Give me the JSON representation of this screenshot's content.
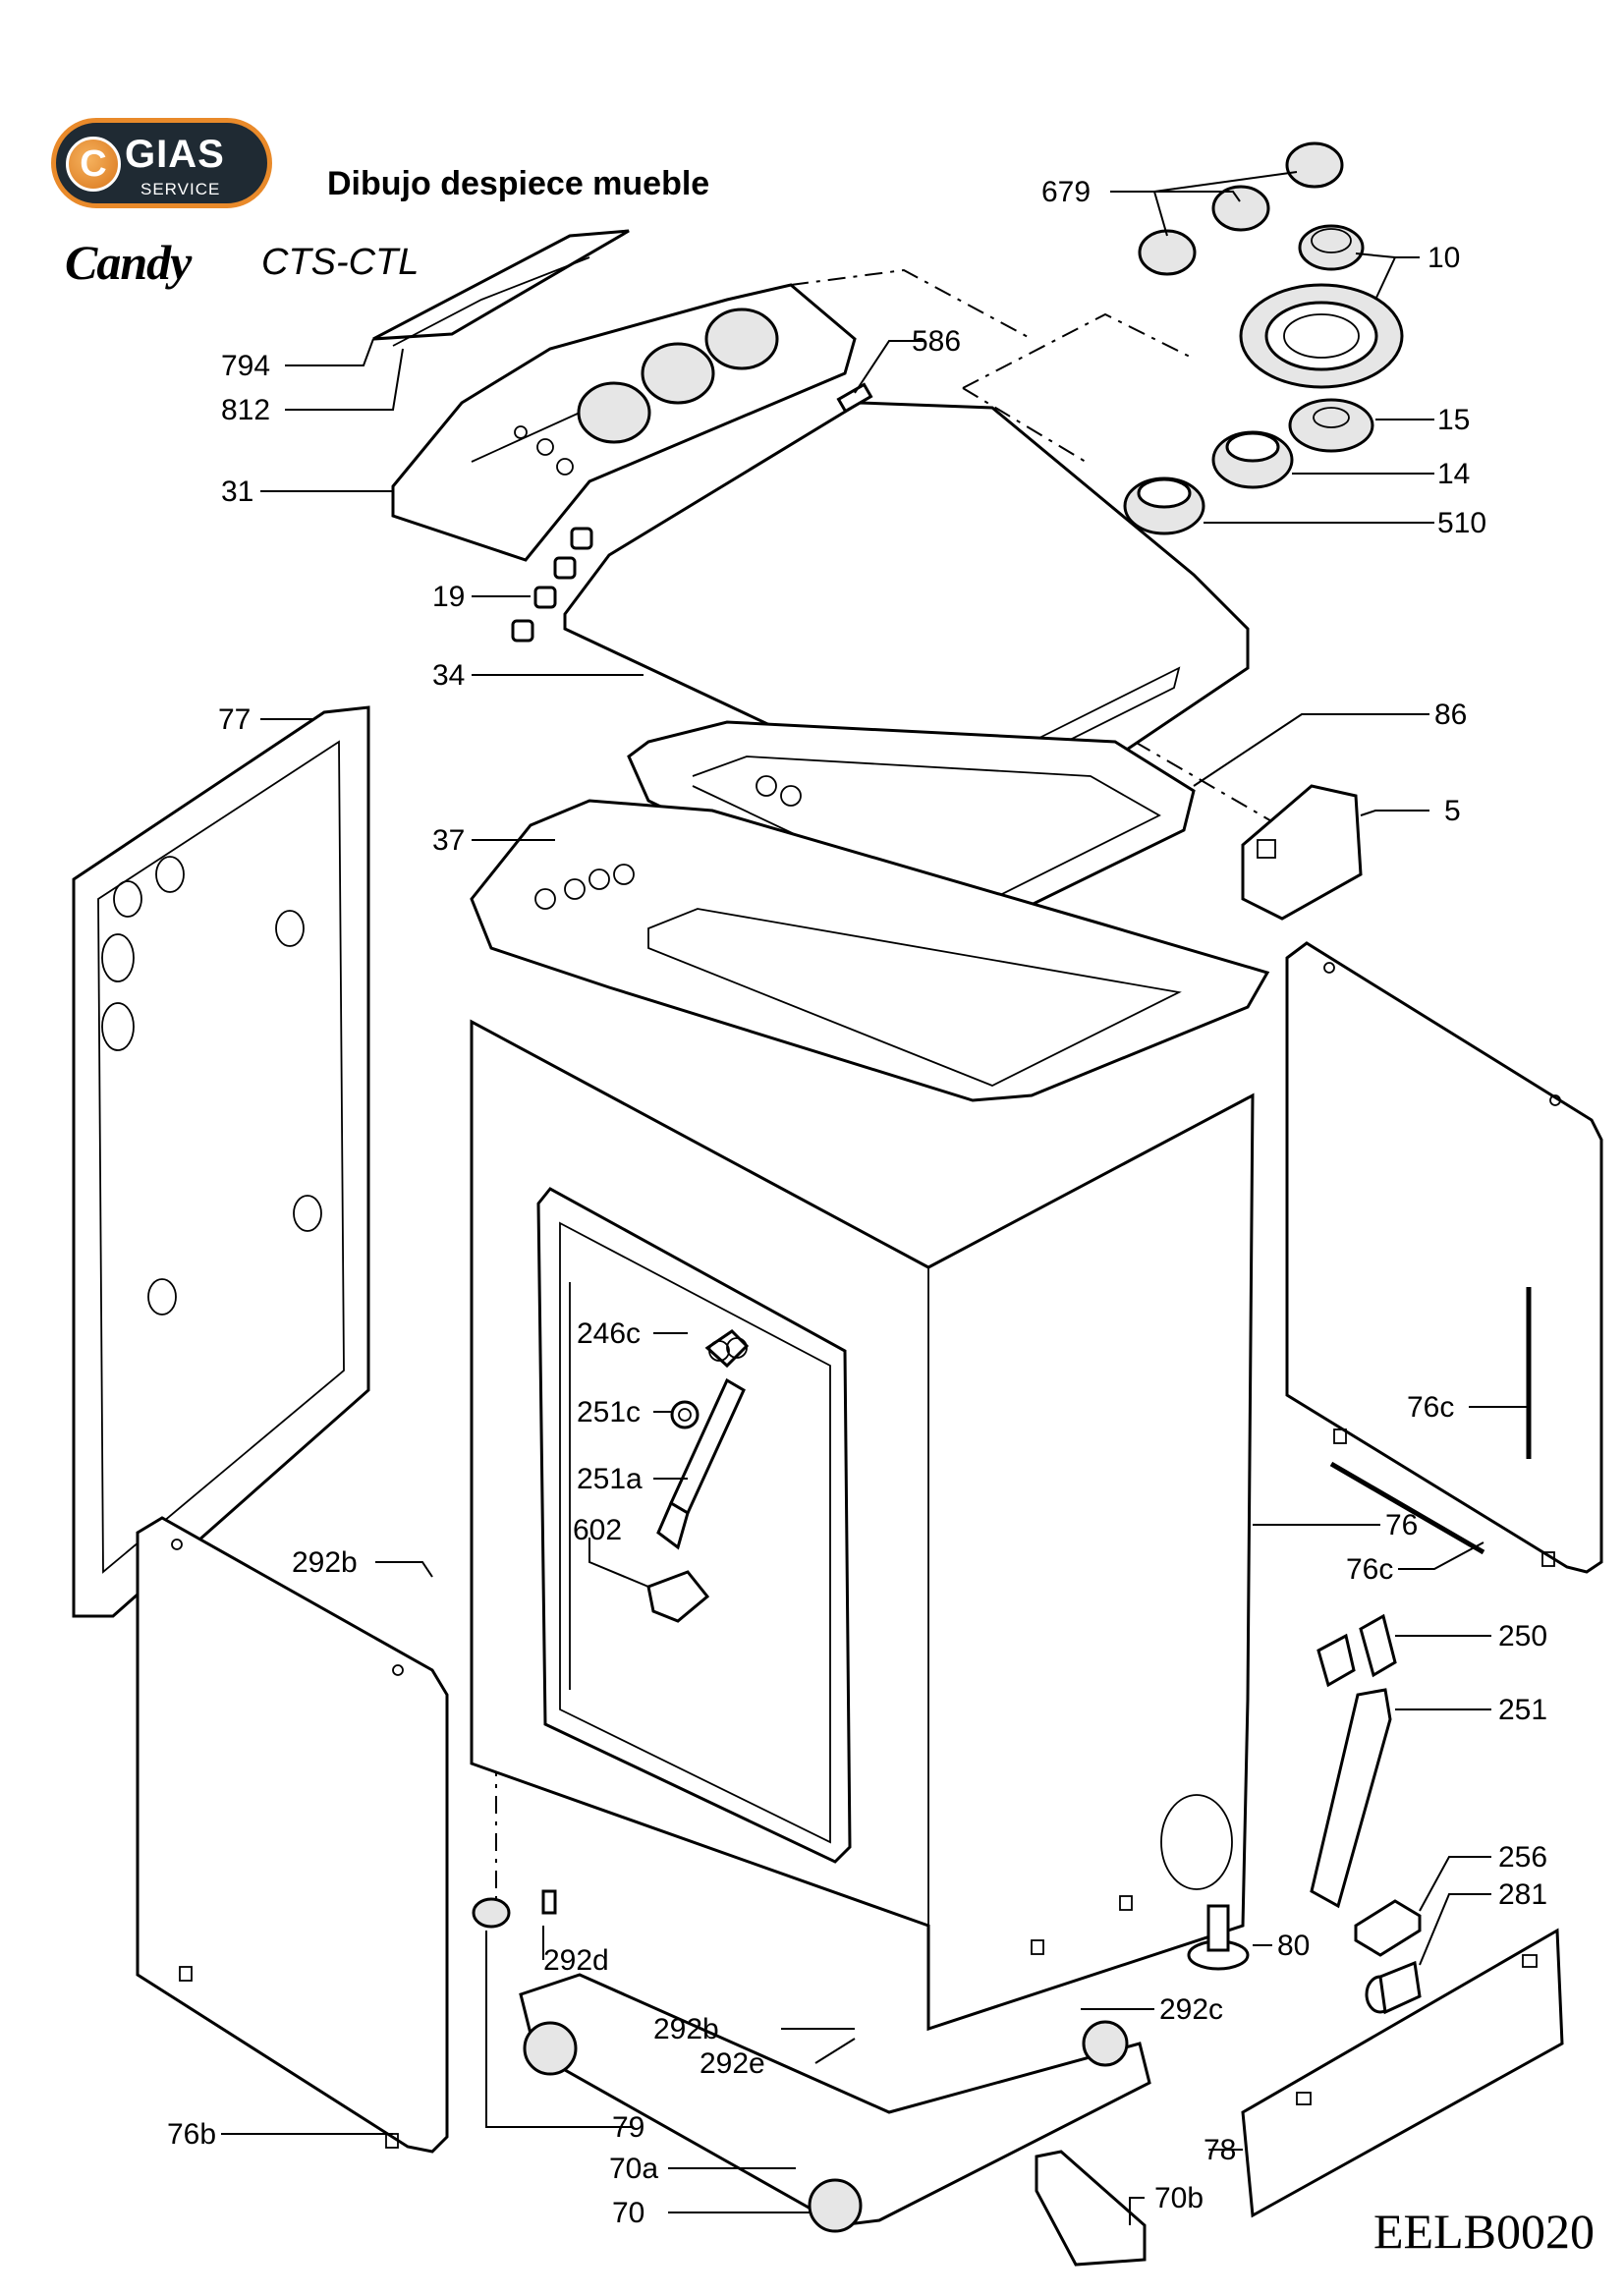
{
  "header": {
    "logo_brand": "GIAS",
    "logo_subtitle": "SERVICE",
    "title": "Dibujo despiece mueble",
    "appliance_brand": "Candy",
    "model": "CTS-CTL"
  },
  "drawing_code": "EELB0020",
  "parts": {
    "p679": "679",
    "p10": "10",
    "p15": "15",
    "p14": "14",
    "p510": "510",
    "p586": "586",
    "p794": "794",
    "p812": "812",
    "p31": "31",
    "p19": "19",
    "p34": "34",
    "p77": "77",
    "p86": "86",
    "p5": "5",
    "p37": "37",
    "p246c": "246c",
    "p251c": "251c",
    "p251a": "251a",
    "p602": "602",
    "p292b_top": "292b",
    "p76c_upper": "76c",
    "p76": "76",
    "p76c_lower": "76c",
    "p250": "250",
    "p251": "251",
    "p256": "256",
    "p281": "281",
    "p80": "80",
    "p292d": "292d",
    "p292c": "292c",
    "p292b_bottom": "292b",
    "p292e": "292e",
    "p79": "79",
    "p76b": "76b",
    "p78": "78",
    "p70a": "70a",
    "p70": "70",
    "p70b": "70b"
  }
}
